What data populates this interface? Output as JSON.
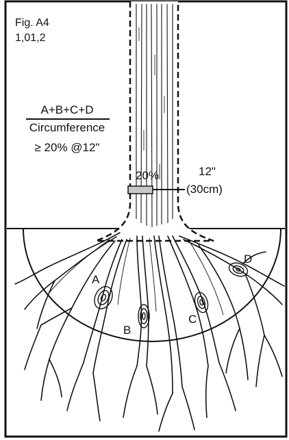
{
  "figure": {
    "id_line1": "Fig. A4",
    "id_line2": "1,01,2",
    "formula_numerator": "A+B+C+D",
    "formula_denominator": "Circumference",
    "threshold": "≥ 20% @12\"",
    "band_percent": "20%",
    "height_inches": "12\"",
    "height_cm": "(30cm)",
    "marks": [
      "A",
      "B",
      "C",
      "D"
    ]
  },
  "colors": {
    "ink": "#111111",
    "paper": "#ffffff",
    "band_fill": "#c8c8c8"
  }
}
